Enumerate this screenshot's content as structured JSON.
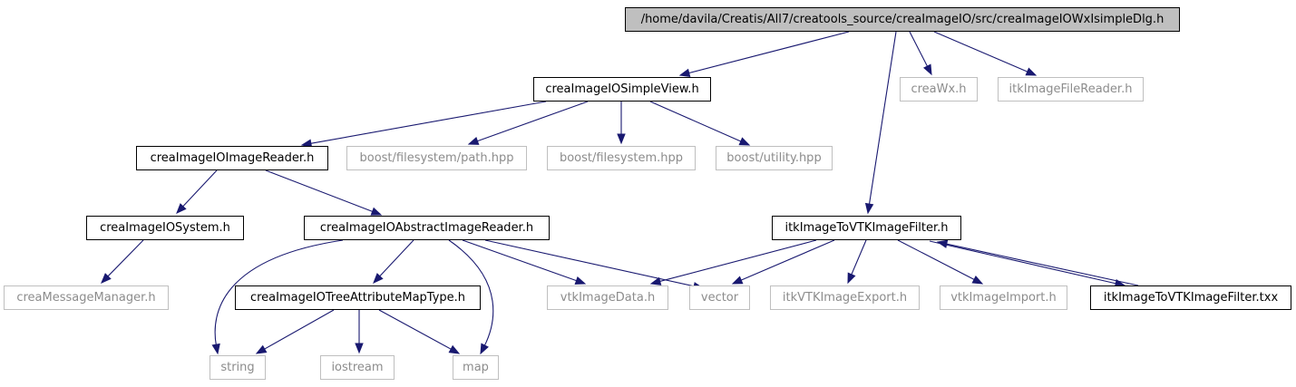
{
  "graph": {
    "colors": {
      "edge": "#191970",
      "root_fill": "#bfbfbf",
      "external_border": "#bfbfbf",
      "external_text": "#8c8c8c"
    },
    "nodes": [
      {
        "id": "n0",
        "label": "/home/davila/Creatis/All7/creatools_source/creaImageIO/src/creaImageIOWxIsimpleDlg.h",
        "kind": "root"
      },
      {
        "id": "n1",
        "label": "creaImageIOSimpleView.h",
        "kind": "internal"
      },
      {
        "id": "n2",
        "label": "creaWx.h",
        "kind": "external"
      },
      {
        "id": "n3",
        "label": "itkImageFileReader.h",
        "kind": "external"
      },
      {
        "id": "n4",
        "label": "creaImageIOImageReader.h",
        "kind": "internal"
      },
      {
        "id": "n5",
        "label": "boost/filesystem/path.hpp",
        "kind": "external"
      },
      {
        "id": "n6",
        "label": "boost/filesystem.hpp",
        "kind": "external"
      },
      {
        "id": "n7",
        "label": "boost/utility.hpp",
        "kind": "external"
      },
      {
        "id": "n8",
        "label": "creaImageIOSystem.h",
        "kind": "internal"
      },
      {
        "id": "n9",
        "label": "creaImageIOAbstractImageReader.h",
        "kind": "internal"
      },
      {
        "id": "n10",
        "label": "itkImageToVTKImageFilter.h",
        "kind": "internal"
      },
      {
        "id": "n11",
        "label": "creaMessageManager.h",
        "kind": "external"
      },
      {
        "id": "n12",
        "label": "creaImageIOTreeAttributeMapType.h",
        "kind": "internal"
      },
      {
        "id": "n13",
        "label": "vtkImageData.h",
        "kind": "external"
      },
      {
        "id": "n14",
        "label": "vector",
        "kind": "external"
      },
      {
        "id": "n15",
        "label": "itkVTKImageExport.h",
        "kind": "external"
      },
      {
        "id": "n16",
        "label": "vtkImageImport.h",
        "kind": "external"
      },
      {
        "id": "n17",
        "label": "itkImageToVTKImageFilter.txx",
        "kind": "internal"
      },
      {
        "id": "n18",
        "label": "string",
        "kind": "external"
      },
      {
        "id": "n19",
        "label": "iostream",
        "kind": "external"
      },
      {
        "id": "n20",
        "label": "map",
        "kind": "external"
      }
    ],
    "edges": [
      [
        "n0",
        "n1"
      ],
      [
        "n0",
        "n2"
      ],
      [
        "n0",
        "n3"
      ],
      [
        "n0",
        "n10"
      ],
      [
        "n1",
        "n4"
      ],
      [
        "n1",
        "n5"
      ],
      [
        "n1",
        "n6"
      ],
      [
        "n1",
        "n7"
      ],
      [
        "n4",
        "n8"
      ],
      [
        "n4",
        "n9"
      ],
      [
        "n8",
        "n11"
      ],
      [
        "n9",
        "n18"
      ],
      [
        "n9",
        "n12"
      ],
      [
        "n9",
        "n20"
      ],
      [
        "n9",
        "n13"
      ],
      [
        "n9",
        "n14"
      ],
      [
        "n12",
        "n18"
      ],
      [
        "n12",
        "n19"
      ],
      [
        "n12",
        "n20"
      ],
      [
        "n10",
        "n13"
      ],
      [
        "n10",
        "n14"
      ],
      [
        "n10",
        "n15"
      ],
      [
        "n10",
        "n16"
      ],
      [
        "n10",
        "n17"
      ],
      [
        "n17",
        "n10"
      ]
    ]
  }
}
